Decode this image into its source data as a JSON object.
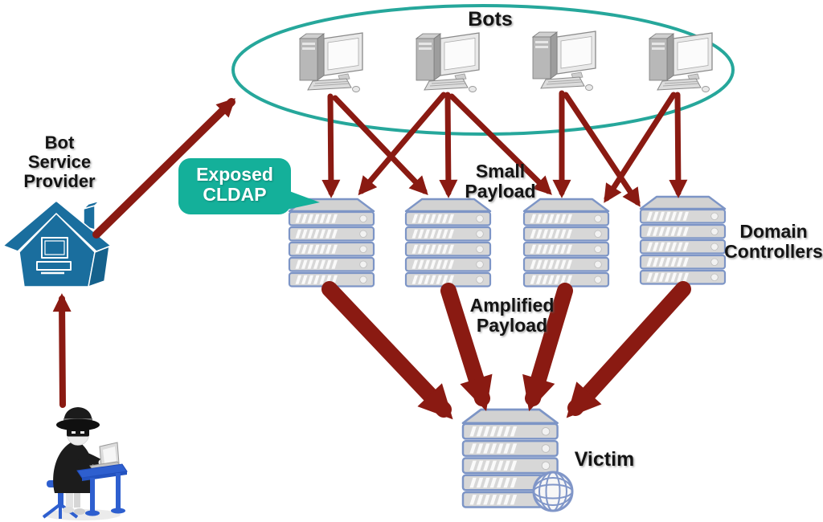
{
  "title": "CLDAP reflection DDoS attack diagram",
  "labels": {
    "bots": "Bots",
    "bot_service_provider": {
      "l1": "Bot",
      "l2": "Service",
      "l3": "Provider"
    },
    "exposed_cldap": {
      "l1": "Exposed",
      "l2": "CLDAP"
    },
    "small_payload": {
      "l1": "Small",
      "l2": "Payload"
    },
    "domain_controllers": {
      "l1": "Domain",
      "l2": "Controllers"
    },
    "amplified_payload": {
      "l1": "Amplified",
      "l2": "Payload"
    },
    "victim": "Victim"
  },
  "colors": {
    "arrow": "#8a1a12",
    "botnet_ring": "#26a79b",
    "bubble": "#14b09a",
    "house": "#1a6e9e",
    "server_border": "#7d95c6",
    "server_fill": "#d7d7d7",
    "desk_blue": "#2e5fcf",
    "text": "#141414",
    "background": "#ffffff"
  },
  "diagram": {
    "type": "network-attack-flow",
    "nodes": [
      {
        "id": "attacker",
        "kind": "hacker-at-laptop"
      },
      {
        "id": "bot-service-provider",
        "kind": "house-with-computer",
        "label": "Bot Service Provider"
      },
      {
        "id": "botnet",
        "kind": "ellipse-group",
        "label": "Bots",
        "members": [
          "bot-1",
          "bot-2",
          "bot-3",
          "bot-4"
        ]
      },
      {
        "id": "bot-1",
        "kind": "desktop-pc"
      },
      {
        "id": "bot-2",
        "kind": "desktop-pc"
      },
      {
        "id": "bot-3",
        "kind": "desktop-pc"
      },
      {
        "id": "bot-4",
        "kind": "desktop-pc"
      },
      {
        "id": "domain-controller-1",
        "kind": "server-stack",
        "annotation": "Exposed CLDAP"
      },
      {
        "id": "domain-controller-2",
        "kind": "server-stack"
      },
      {
        "id": "domain-controller-3",
        "kind": "server-stack"
      },
      {
        "id": "domain-controller-4",
        "kind": "server-stack",
        "group_label": "Domain Controllers"
      },
      {
        "id": "victim",
        "kind": "server-stack-with-globe",
        "label": "Victim"
      }
    ],
    "edges": [
      {
        "from": "attacker",
        "to": "bot-service-provider",
        "type": "command"
      },
      {
        "from": "bot-service-provider",
        "to": "botnet",
        "type": "command"
      },
      {
        "from": "bot-1",
        "to": "domain-controller-1",
        "type": "small-payload"
      },
      {
        "from": "bot-1",
        "to": "domain-controller-2",
        "type": "small-payload"
      },
      {
        "from": "bot-2",
        "to": "domain-controller-1",
        "type": "small-payload"
      },
      {
        "from": "bot-2",
        "to": "domain-controller-2",
        "type": "small-payload"
      },
      {
        "from": "bot-2",
        "to": "domain-controller-3",
        "type": "small-payload"
      },
      {
        "from": "bot-3",
        "to": "domain-controller-3",
        "type": "small-payload"
      },
      {
        "from": "bot-3",
        "to": "domain-controller-4",
        "type": "small-payload"
      },
      {
        "from": "bot-4",
        "to": "domain-controller-3",
        "type": "small-payload"
      },
      {
        "from": "bot-4",
        "to": "domain-controller-4",
        "type": "small-payload"
      },
      {
        "from": "domain-controller-1",
        "to": "victim",
        "type": "amplified-payload"
      },
      {
        "from": "domain-controller-2",
        "to": "victim",
        "type": "amplified-payload"
      },
      {
        "from": "domain-controller-3",
        "to": "victim",
        "type": "amplified-payload"
      },
      {
        "from": "domain-controller-4",
        "to": "victim",
        "type": "amplified-payload"
      }
    ]
  }
}
